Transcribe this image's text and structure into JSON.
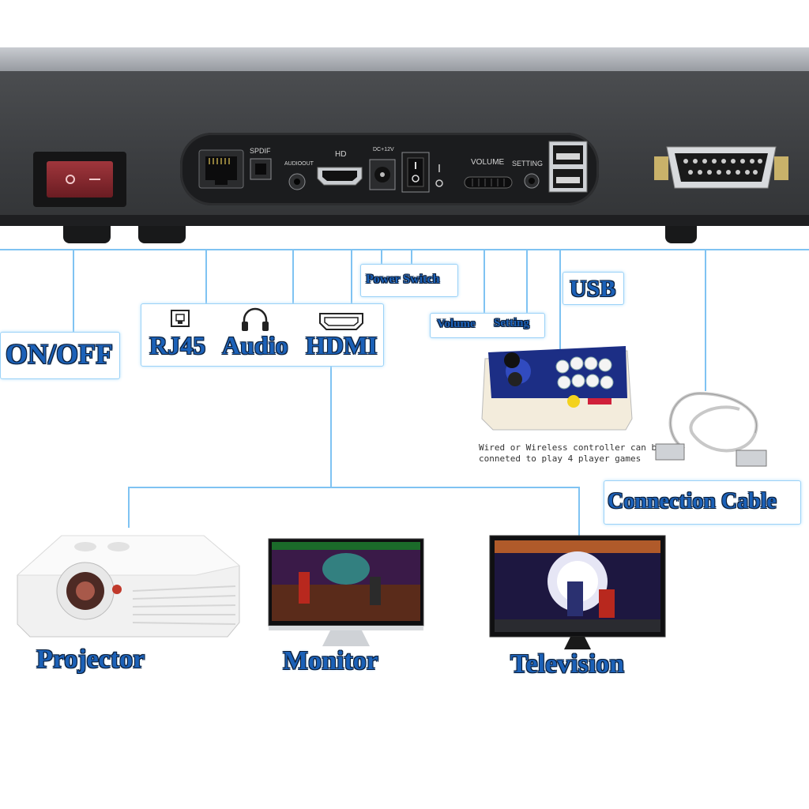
{
  "console": {
    "ports": {
      "spdif": "SPDIF",
      "audio_out": "AUDIOOUT",
      "hd": "HD",
      "dc": "DC+12V",
      "volume": "VOLUME",
      "setting": "SETTING"
    }
  },
  "labels": {
    "on_off": "ON/OFF",
    "rj45": "RJ45",
    "audio": "Audio",
    "hdmi": "HDMI",
    "power_switch": "Power Switch",
    "usb": "USB",
    "volume": "Volume",
    "setting": "Setting",
    "connection_cable": "Connection Cable"
  },
  "controller_note": {
    "line1": "Wired or Wireless controller can be",
    "line2": "conneted to play 4 player games"
  },
  "outputs": {
    "projector": "Projector",
    "monitor": "Monitor",
    "television": "Television"
  },
  "colors": {
    "label_text": "#1b61b8",
    "callout_line": "#7fc3f2",
    "panel": "#3b3d40"
  },
  "icons": [
    "rj45-icon",
    "headphones-icon",
    "hdmi-icon"
  ]
}
